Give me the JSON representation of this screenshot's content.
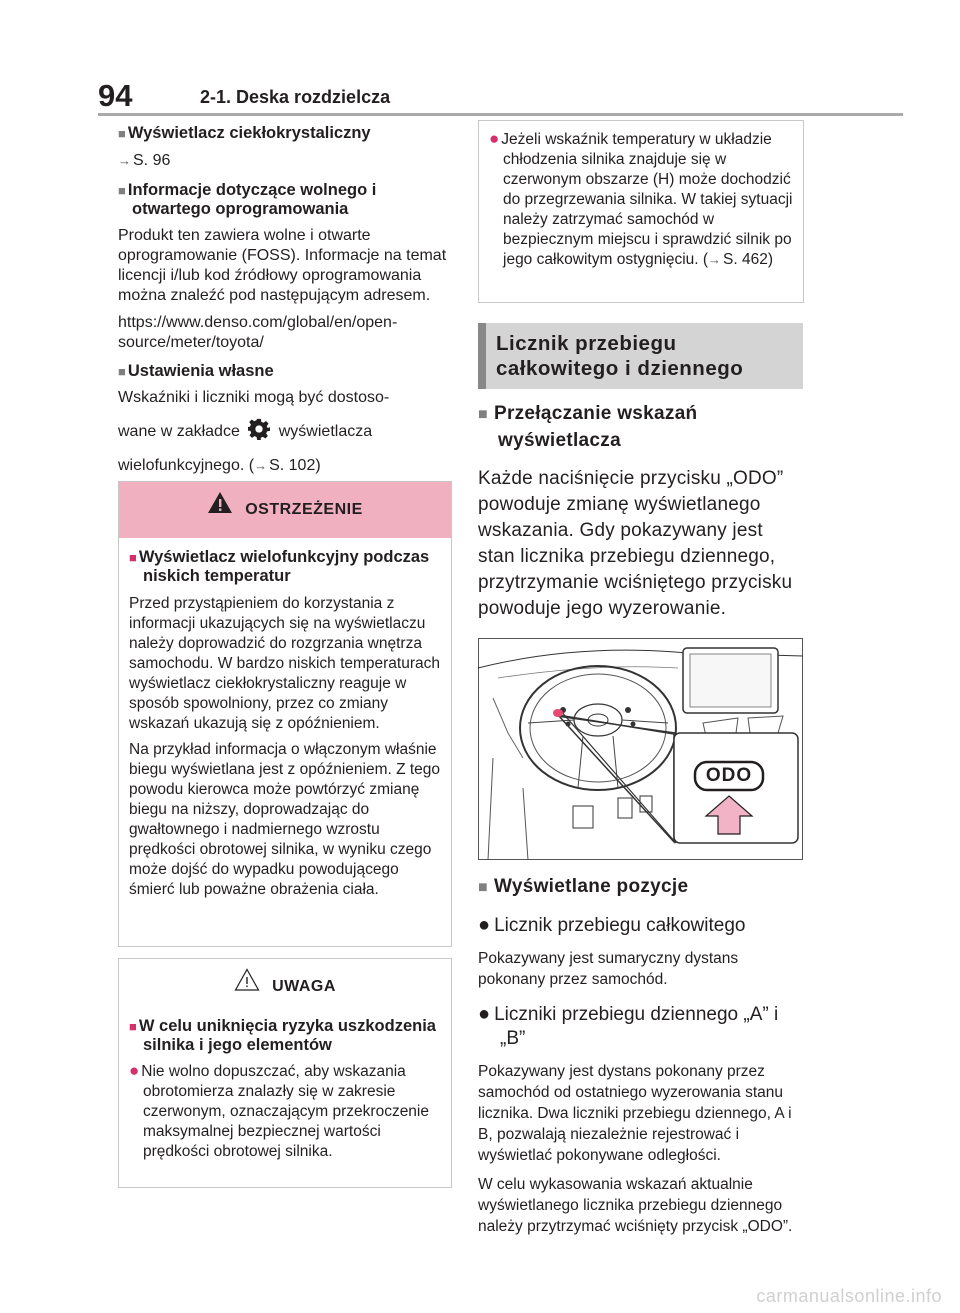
{
  "header": {
    "page_number": "94",
    "section_title": "2-1. Deska rozdzielcza"
  },
  "left": {
    "lcd_heading": "Wyświetlacz ciekłokrystaliczny",
    "lcd_ref": "S. 96",
    "foss_heading": "Informacje dotyczące wolnego i otwartego oprogramowania",
    "foss_text": "Produkt ten zawiera wolne i otwarte oprogramowanie (FOSS). Informacje na temat licencji i/lub kod źródłowy oprogramowania można znaleźć pod następującym adresem.",
    "foss_url": "https://www.denso.com/global/en/open-source/meter/toyota/",
    "settings_heading": "Ustawienia własne",
    "settings_line1": "Wskaźniki i liczniki mogą być dostoso-",
    "settings_line2a": "wane w zakładce",
    "settings_line2b": "wyświetlacza",
    "settings_line3": "wielofunkcyjnego. (",
    "settings_ref": "S. 102)"
  },
  "warning": {
    "title": "OSTRZEŻENIE",
    "heading": "Wyświetlacz wielofunkcyjny podczas niskich temperatur",
    "para1": "Przed przystąpieniem do korzystania z informacji ukazujących się na wyświetlaczu należy doprowadzić do rozgrzania wnętrza samochodu. W bardzo niskich temperaturach wyświetlacz ciekłokrystaliczny reaguje w sposób spowolniony, przez co zmiany wskazań ukazują się z opóźnieniem.",
    "para2": "Na przykład informacja o włączonym właśnie biegu wyświetlana jest z opóźnieniem. Z tego powodu kierowca może powtórzyć zmianę biegu na niższy, doprowadzając do gwałtownego i nadmiernego wzrostu prędkości obrotowej silnika, w wyniku czego może dojść do wypadku powodującego śmierć lub poważne obrażenia ciała."
  },
  "notice": {
    "title": "UWAGA",
    "heading": "W celu uniknięcia ryzyka uszkodzenia silnika i jego elementów",
    "bullet1": "Nie wolno dopuszczać, aby wskazania obrotomierza znalazły się w zakresie czerwonym, oznaczającym przekroczenie maksymalnej bezpiecznej wartości prędkości obrotowej silnika.",
    "bullet2a": "Jeżeli wskaźnik temperatury w układzie chłodzenia silnika znajduje się w czerwonym obszarze (H) może dochodzić do przegrzewania silnika. W takiej sytuacji należy zatrzymać samochód w bezpiecznym miejscu i sprawdzić silnik po jego całkowitym ostygnięciu. (",
    "bullet2_ref": "S. 462)"
  },
  "odometer": {
    "section_title": "Licznik przebiegu całkowitego i dziennego",
    "switch_heading": "Przełączanie wskazań wyświetlacza",
    "switch_text": "Każde naciśnięcie przycisku „ODO” powoduje zmianę wyświetlanego wskazania. Gdy pokazywany jest stan licznika przebiegu dziennego, przytrzymanie wciśniętego przycisku powoduje jego wyzerowanie.",
    "odo_button_label": "ODO",
    "items_heading": "Wyświetlane pozycje",
    "total_heading": "Licznik przebiegu całkowitego",
    "total_text": "Pokazywany jest sumaryczny dystans pokonany przez samochód.",
    "trip_heading": "Liczniki przebiegu dziennego „A” i „B”",
    "trip_text1": "Pokazywany jest dystans pokonany przez samochód od ostatniego wyzerowania stanu licznika. Dwa liczniki przebiegu dziennego, A i B, pozwalają niezależnie rejestrować i wyświetlać pokonywane odległości.",
    "trip_text2": "W celu wykasowania wskazań aktualnie wyświetlanego licznika przebiegu dziennego należy przytrzymać wciśnięty przycisk „ODO”."
  },
  "footer": {
    "watermark": "carmanualsonline.info"
  }
}
